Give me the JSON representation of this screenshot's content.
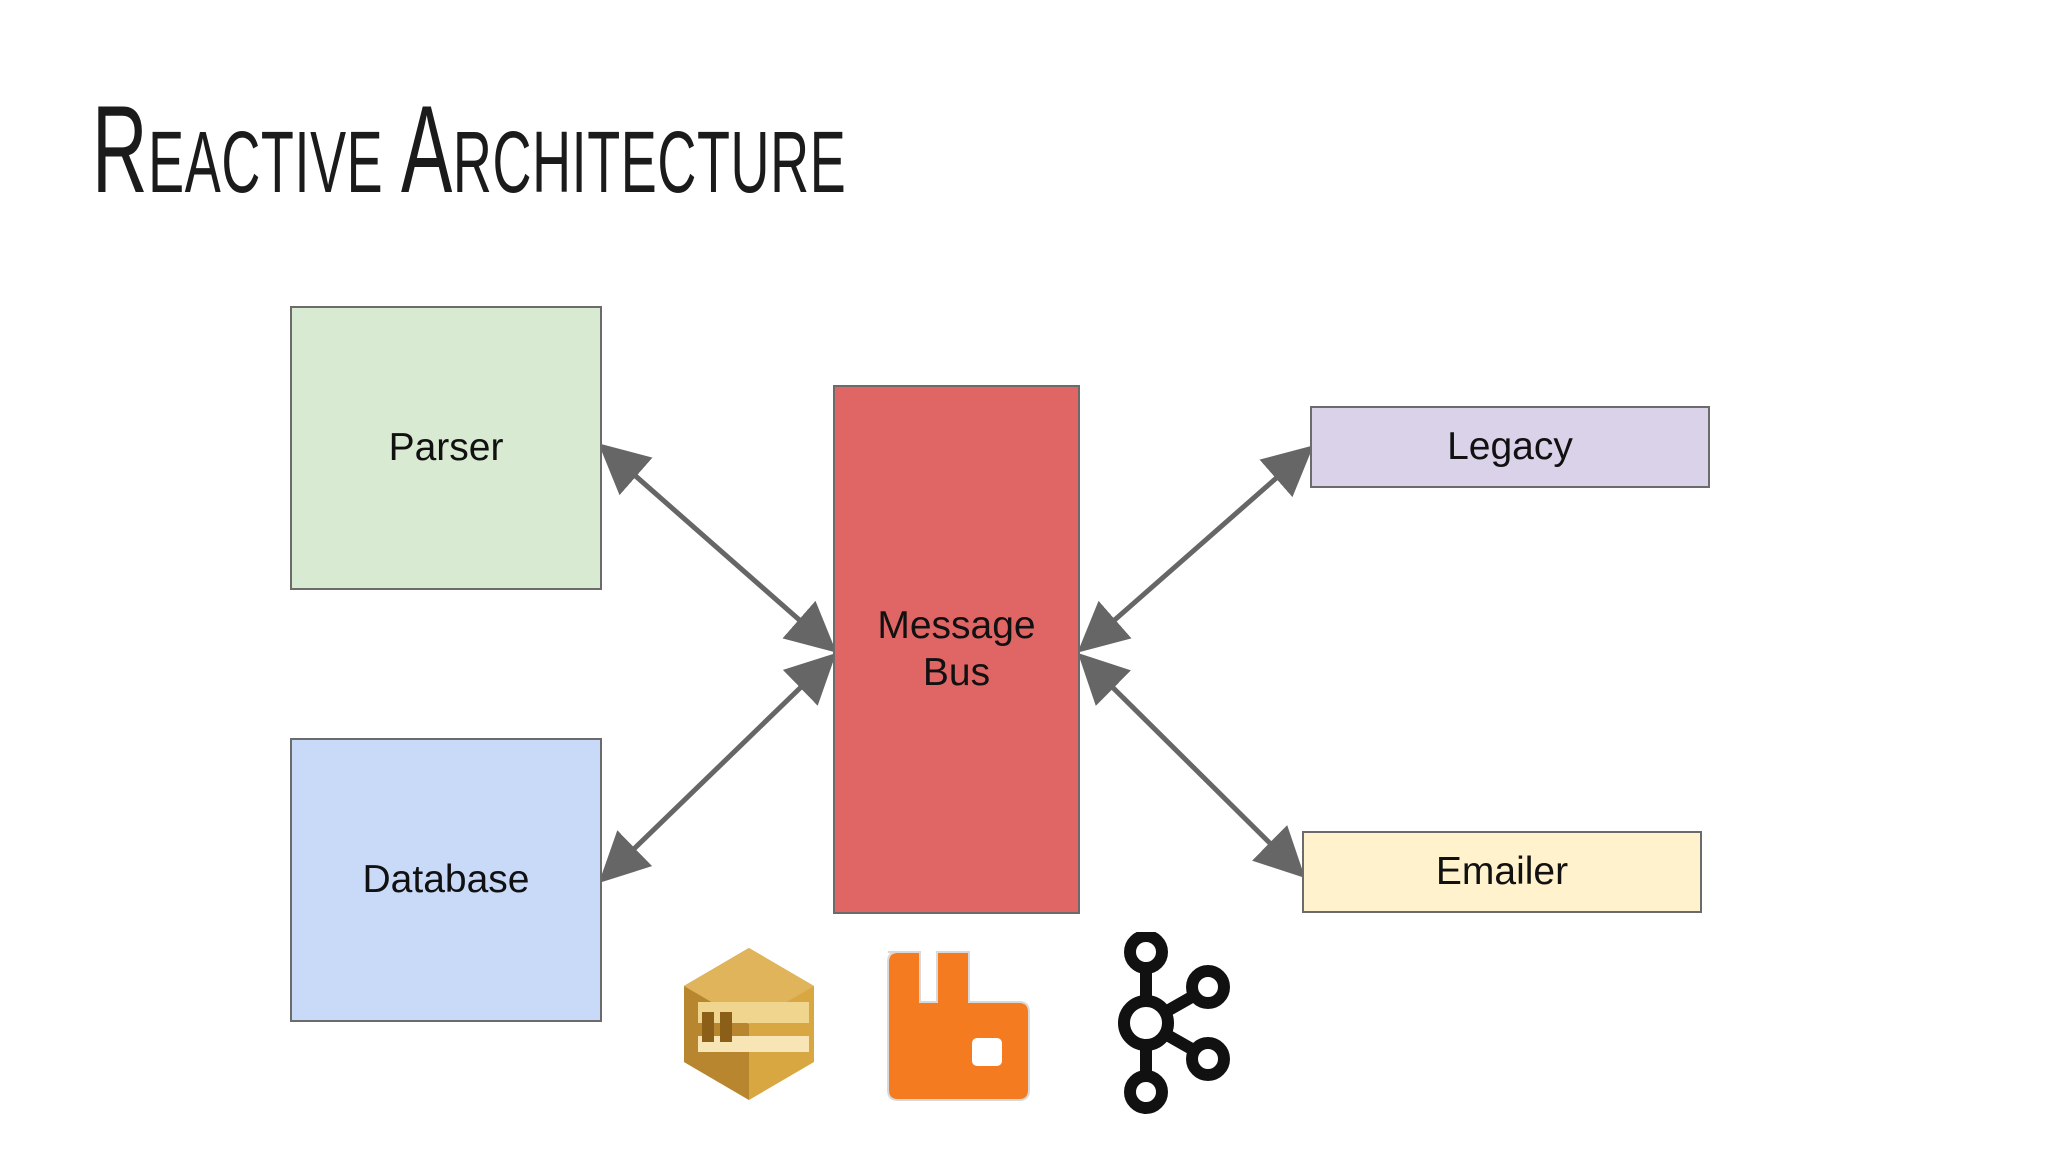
{
  "slide": {
    "title": "Reactive Architecture"
  },
  "nodes": {
    "parser": {
      "label": "Parser",
      "color": "#d9ead3"
    },
    "database": {
      "label": "Database",
      "color": "#c9daf8"
    },
    "message_bus": {
      "line1": "Message",
      "line2": "Bus",
      "color": "#e06666"
    },
    "legacy": {
      "label": "Legacy",
      "color": "#d9d2e9"
    },
    "emailer": {
      "label": "Emailer",
      "color": "#fff2cc"
    }
  },
  "edges": [
    {
      "from": "parser",
      "to": "message_bus",
      "direction": "bidirectional"
    },
    {
      "from": "database",
      "to": "message_bus",
      "direction": "bidirectional"
    },
    {
      "from": "legacy",
      "to": "message_bus",
      "direction": "bidirectional"
    },
    {
      "from": "emailer",
      "to": "message_bus",
      "direction": "bidirectional"
    }
  ],
  "logos": [
    {
      "name": "aws-sqs-icon",
      "color": "#d9a741"
    },
    {
      "name": "rabbitmq-icon",
      "color": "#f47b20"
    },
    {
      "name": "kafka-icon",
      "color": "#111111"
    }
  ]
}
